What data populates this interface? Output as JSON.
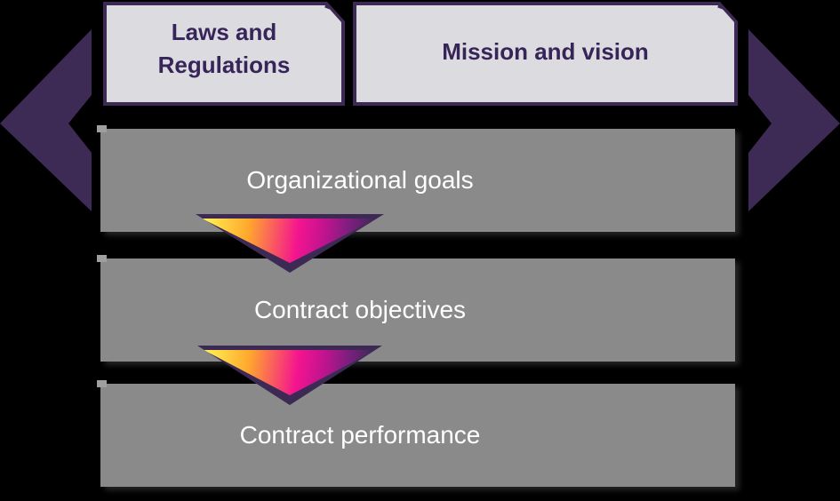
{
  "colors": {
    "canvas-bg": "#000000",
    "arrow-purple": "#3D2B55",
    "box-fill": "#DCDBDF",
    "box-border": "#3C2A54",
    "box-text": "#37255A",
    "bar-fill": "#8B8A8A",
    "bar-text": "#FFFFFF",
    "tri-yellow": "#FFF054",
    "tri-orange": "#FFA92C",
    "tri-magenta": "#F4148F",
    "tri-magenta-deep": "#C3138F",
    "tri-purple": "#7C1F7E",
    "tri-border": "#3C2A54"
  },
  "inputs": {
    "laws": {
      "label": "Laws and Regulations"
    },
    "mission": {
      "label": "Mission and vision"
    }
  },
  "cascade": {
    "level1": {
      "label": "Organizational goals"
    },
    "level2": {
      "label": "Contract objectives"
    },
    "level3": {
      "label": "Contract performance"
    }
  },
  "icons": {
    "left_arrow": "left-chevron",
    "right_arrow": "right-chevron",
    "down_arrow_1": "gradient-down-triangle",
    "down_arrow_2": "gradient-down-triangle"
  }
}
